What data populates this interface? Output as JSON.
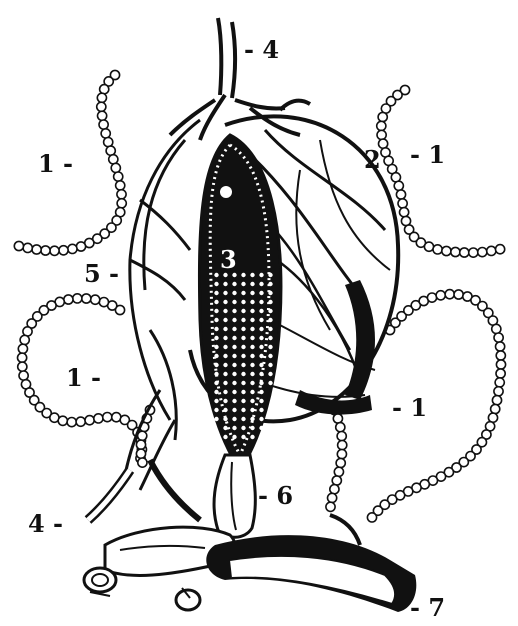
{
  "figure": {
    "labels": {
      "l1_left_upper": "1 -",
      "l1_right_upper": "- 1",
      "l1_left_lower": "1 -",
      "l1_right_lower": "- 1",
      "l2": "2",
      "l3": "3",
      "l4_top": "- 4",
      "l4_bottom": "4 -",
      "l5": "5 -",
      "l6": "- 6",
      "l7": "- 7"
    },
    "colors": {
      "ink": "#111111",
      "paper": "#ffffff"
    }
  }
}
